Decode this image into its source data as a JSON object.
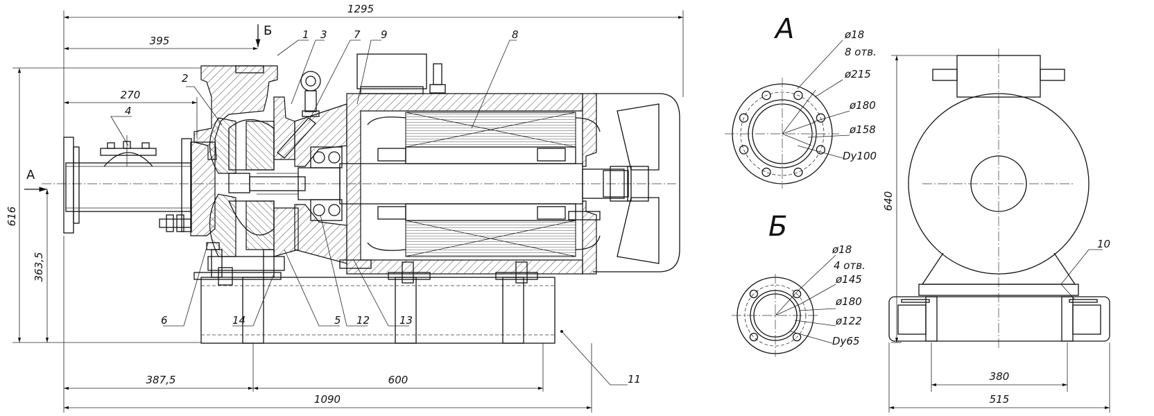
{
  "dimensions": {
    "overall_length": "1295",
    "inlet_to_section": "395",
    "inlet_pipe_length": "270",
    "overall_height": "616",
    "axis_height": "363,5",
    "foot_offset": "387,5",
    "foot_spacing": "600",
    "frame_length": "1090",
    "side_height": "640",
    "side_foot_spacing": "380",
    "side_width": "515"
  },
  "part_numbers": [
    "1",
    "2",
    "3",
    "4",
    "5",
    "6",
    "7",
    "8",
    "9",
    "10",
    "11",
    "12",
    "13",
    "14"
  ],
  "section_markers": {
    "a_arrow": "А",
    "b_arrow": "Б"
  },
  "flange_a": {
    "title": "А",
    "holes_dia": "ø18",
    "holes_count": "8 отв.",
    "bolt_circle": "ø215",
    "raised_face": "ø180",
    "inner_dia": "ø158",
    "nominal": "Dy100"
  },
  "flange_b": {
    "title": "Б",
    "holes_dia": "ø18",
    "holes_count": "4 отв.",
    "bolt_circle": "ø145",
    "raised_face": "ø180",
    "inner_dia": "ø122",
    "nominal": "Dy65"
  }
}
